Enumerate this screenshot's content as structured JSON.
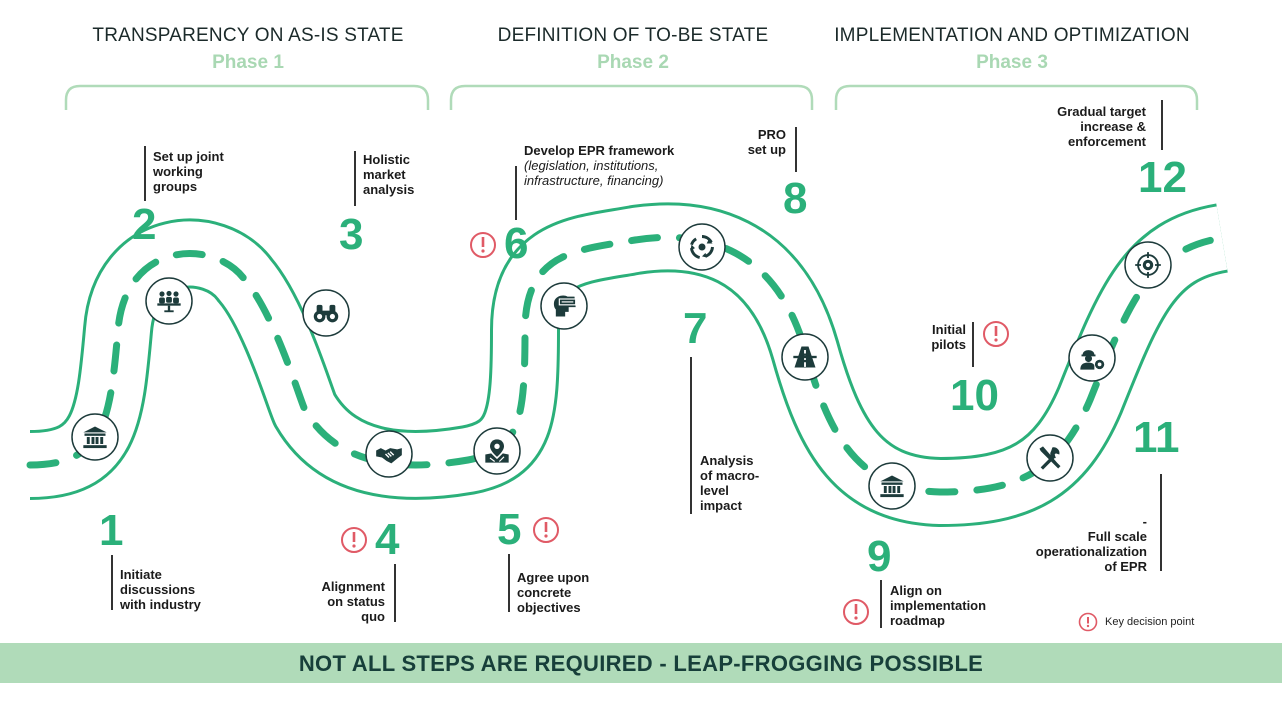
{
  "phases": [
    {
      "title": "TRANSPARENCY ON AS-IS STATE",
      "subtitle": "Phase 1"
    },
    {
      "title": "DEFINITION OF TO-BE STATE",
      "subtitle": "Phase 2"
    },
    {
      "title": "IMPLEMENTATION AND OPTIMIZATION",
      "subtitle": "Phase 3"
    }
  ],
  "steps": [
    {
      "number": "1",
      "label": [
        "Initiate",
        "discussions",
        "with industry"
      ],
      "icon": "government-building-icon",
      "key_decision": false
    },
    {
      "number": "2",
      "label": [
        "Set up joint",
        "working",
        "groups"
      ],
      "icon": "meeting-group-icon",
      "key_decision": false
    },
    {
      "number": "3",
      "label": [
        "Holistic",
        "market",
        "analysis"
      ],
      "icon": "binoculars-icon",
      "key_decision": false
    },
    {
      "number": "4",
      "label": [
        "Alignment",
        "on status",
        "quo"
      ],
      "icon": "handshake-icon",
      "key_decision": true
    },
    {
      "number": "5",
      "label": [
        "Agree upon",
        "concrete",
        "objectives"
      ],
      "icon": "map-pin-icon",
      "key_decision": true
    },
    {
      "number": "6",
      "label": [
        "Develop EPR framework"
      ],
      "label_italic": [
        "(legislation, institutions,",
        "infrastructure, financing)"
      ],
      "icon": "vision-head-icon",
      "key_decision": true
    },
    {
      "number": "7",
      "label": [
        "Analysis",
        "of macro-",
        "level",
        "impact"
      ],
      "icon": "circular-arrows-icon",
      "key_decision": false
    },
    {
      "number": "8",
      "label": [
        "PRO",
        "set up"
      ],
      "icon": "road-icon",
      "key_decision": false
    },
    {
      "number": "9",
      "label": [
        "Align on",
        "implementation",
        "roadmap"
      ],
      "icon": "government-building-icon",
      "key_decision": true
    },
    {
      "number": "10",
      "label": [
        "Initial",
        "pilots"
      ],
      "icon": "tools-icon",
      "key_decision": true
    },
    {
      "number": "11",
      "label": [
        "-",
        "Full scale",
        "operationalization",
        "of EPR"
      ],
      "icon": "worker-gear-icon",
      "key_decision": false
    },
    {
      "number": "12",
      "label": [
        "Gradual target",
        "increase &",
        "enforcement"
      ],
      "icon": "target-gear-icon",
      "key_decision": false
    }
  ],
  "footer": "NOT ALL STEPS ARE REQUIRED - LEAP-FROGGING POSSIBLE",
  "legend": {
    "label": "Key decision point",
    "icon": "exclamation-circle-icon"
  },
  "colors": {
    "road": "#2bb07a",
    "bracket": "#b0dbb9",
    "number": "#2bb07a",
    "decision": "#e05a66",
    "footer_bg": "#b0dbb9",
    "footer_text": "#173f3a",
    "icon_fill": "#1d3b3b"
  }
}
